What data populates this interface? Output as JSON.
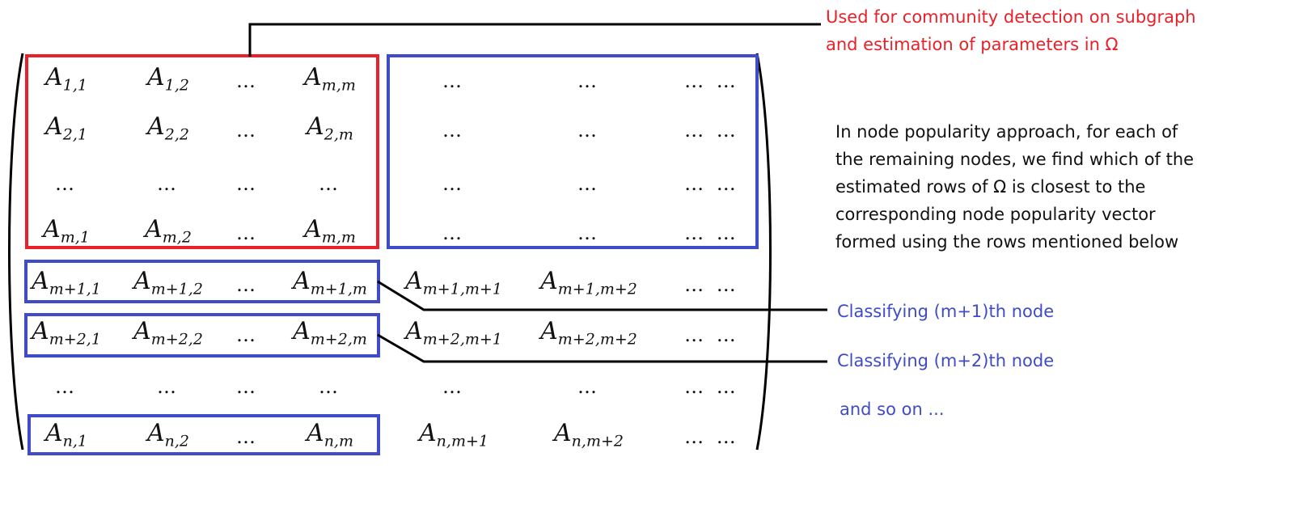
{
  "colors": {
    "red_box": "#e8212b",
    "blue_box": "#3f4bc7",
    "red_text": "#e8212b",
    "blue_text": "#3f4bc7",
    "black_text": "#111111",
    "line": "#000000"
  },
  "matrix": {
    "rows": [
      [
        "A_{1,1}",
        "A_{1,2}",
        "…",
        "A_{m,m}",
        "…",
        "…",
        "… …"
      ],
      [
        "A_{2,1}",
        "A_{2,2}",
        "…",
        "A_{2,m}",
        "…",
        "…",
        "… …"
      ],
      [
        "…",
        "…",
        "…",
        "…",
        "…",
        "…",
        "… …"
      ],
      [
        "A_{m,1}",
        "A_{m,2}",
        "…",
        "A_{m,m}",
        "…",
        "…",
        "… …"
      ],
      [
        "A_{m+1,1}",
        "A_{m+1,2}",
        "…",
        "A_{m+1,m}",
        "A_{m+1,m+1}",
        "A_{m+1,m+2}",
        "… …"
      ],
      [
        "A_{m+2,1}",
        "A_{m+2,2}",
        "…",
        "A_{m+2,m}",
        "A_{m+2,m+1}",
        "A_{m+2,m+2}",
        "… …"
      ],
      [
        "…",
        "…",
        "…",
        "…",
        "…",
        "…",
        "… …"
      ],
      [
        "A_{n,1}",
        "A_{n,2}",
        "…",
        "A_{n,m}",
        "A_{n,m+1}",
        "A_{n,m+2}",
        "… …"
      ]
    ]
  },
  "annotations": {
    "community": {
      "line1": "Used for community detection on subgraph",
      "line2": "and estimation of parameters in Ω"
    },
    "popularity": {
      "lines": [
        "In node popularity approach, for each of",
        "the remaining nodes, we find which of the",
        "estimated rows of Ω is closest to the",
        "corresponding node popularity vector",
        "formed using the rows mentioned below"
      ]
    },
    "classify_m1": "Classifying (m+1)th node",
    "classify_m2": "Classifying (m+2)th node",
    "and_so_on": "and so on ..."
  }
}
